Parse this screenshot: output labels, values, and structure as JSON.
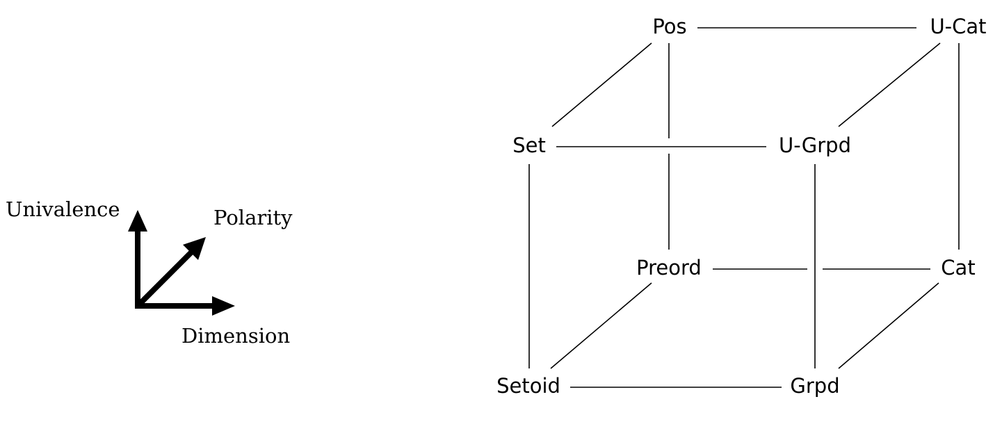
{
  "axes_legend": {
    "univalence": "Univalence",
    "polarity": "Polarity",
    "dimension": "Dimension"
  },
  "nodes": {
    "pos": "Pos",
    "u_cat": "U-Cat",
    "set": "Set",
    "u_grpd": "U-Grpd",
    "preord": "Preord",
    "cat": "Cat",
    "setoid": "Setoid",
    "grpd": "Grpd"
  }
}
